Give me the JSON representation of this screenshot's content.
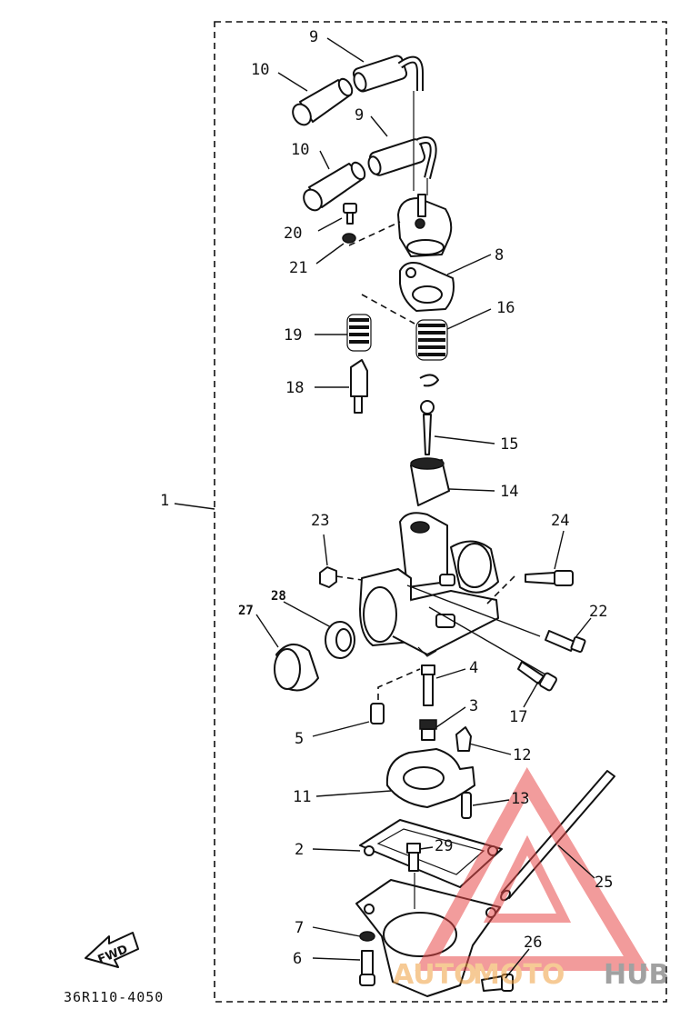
{
  "diagram": {
    "catalog_number": "36R110-4050",
    "direction_label": "FWD",
    "watermark": {
      "text_a": "AUTO",
      "text_b": "MOTO",
      "text_c": "HUB"
    },
    "callouts": [
      {
        "id": "c1",
        "label": "1"
      },
      {
        "id": "c2",
        "label": "2"
      },
      {
        "id": "c3",
        "label": "3"
      },
      {
        "id": "c4",
        "label": "4"
      },
      {
        "id": "c5",
        "label": "5"
      },
      {
        "id": "c6",
        "label": "6"
      },
      {
        "id": "c7",
        "label": "7"
      },
      {
        "id": "c8",
        "label": "8"
      },
      {
        "id": "c9a",
        "label": "9"
      },
      {
        "id": "c9b",
        "label": "9"
      },
      {
        "id": "c10a",
        "label": "10"
      },
      {
        "id": "c10b",
        "label": "10"
      },
      {
        "id": "c11",
        "label": "11"
      },
      {
        "id": "c12",
        "label": "12"
      },
      {
        "id": "c13",
        "label": "13"
      },
      {
        "id": "c14",
        "label": "14"
      },
      {
        "id": "c15",
        "label": "15"
      },
      {
        "id": "c16",
        "label": "16"
      },
      {
        "id": "c17",
        "label": "17"
      },
      {
        "id": "c18",
        "label": "18"
      },
      {
        "id": "c19",
        "label": "19"
      },
      {
        "id": "c20",
        "label": "20"
      },
      {
        "id": "c21",
        "label": "21"
      },
      {
        "id": "c22",
        "label": "22"
      },
      {
        "id": "c23",
        "label": "23"
      },
      {
        "id": "c24",
        "label": "24"
      },
      {
        "id": "c25",
        "label": "25"
      },
      {
        "id": "c26",
        "label": "26"
      },
      {
        "id": "c27",
        "label": "27"
      },
      {
        "id": "c28",
        "label": "28"
      },
      {
        "id": "c29",
        "label": "29"
      }
    ]
  }
}
